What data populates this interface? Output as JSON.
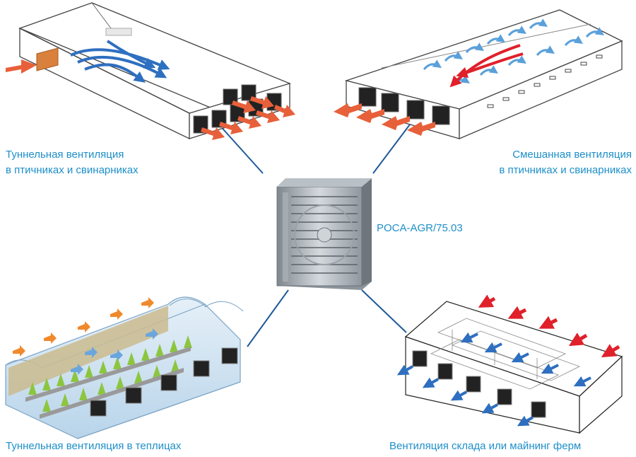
{
  "product": {
    "model": "POCA-AGR/75.03"
  },
  "scenarios": [
    {
      "id": "tunnel-poultry",
      "lines": [
        "Туннельная вентиляция",
        "в птичниках и свинарниках"
      ]
    },
    {
      "id": "mixed-poultry",
      "lines": [
        "Смешанная вентиляция",
        "в птичниках и свинарниках"
      ]
    },
    {
      "id": "greenhouse",
      "lines": [
        "Туннельная вентиляция в теплицах"
      ]
    },
    {
      "id": "warehouse-mining",
      "lines": [
        "Вентиляция склада или майнинг ферм"
      ]
    }
  ],
  "colors": {
    "caption": "#1d8fc9",
    "connector": "#1f5a9a",
    "outflow_arrow": "#e8603a",
    "inflow_arrow_red": "#e0202a",
    "inflow_arrow_orange": "#f0892c",
    "blue_arrow": "#2e6fc0",
    "light_blue_arrow": "#5aa0da",
    "greenhouse_fill": "#cfe3f2",
    "plants": "#8cc63f",
    "fan_frame": "#a9afb4"
  },
  "icons": [
    "fan-icon",
    "arrow-icon",
    "plant-icon"
  ]
}
